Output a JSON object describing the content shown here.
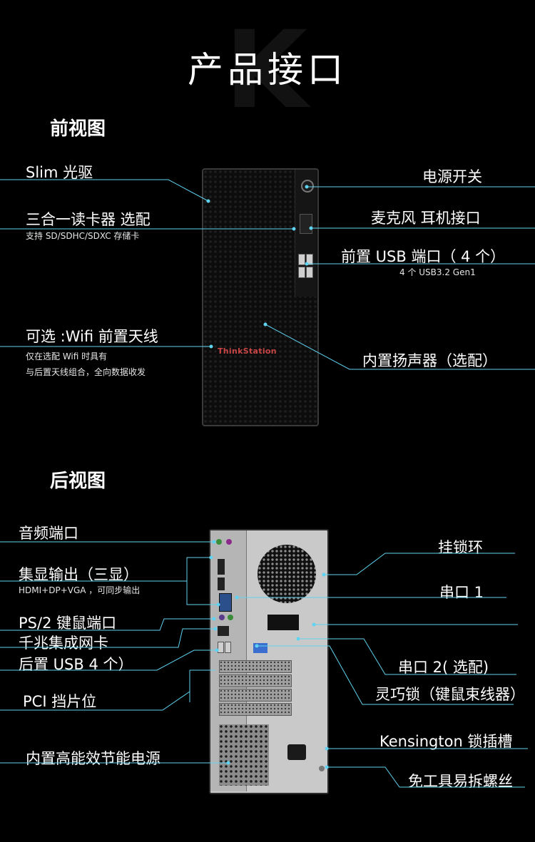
{
  "page": {
    "title": "产品接口"
  },
  "front": {
    "section_title": "前视图",
    "brand": "ThinkStation",
    "labels": {
      "slim_drive": "Slim 光驱",
      "card_reader": "三合一读卡器 选配",
      "card_reader_sub": "支持 SD/SDHC/SDXC 存储卡",
      "wifi": "可选 :Wifi 前置天线",
      "wifi_sub1": "仅在选配 Wifi 时具有",
      "wifi_sub2": "与后置天线组合，全向数据收发",
      "power": "电源开关",
      "audio": "麦克风 耳机接口",
      "usb": "前置 USB 端口（ 4 个）",
      "usb_sub": "4 个 USB3.2 Gen1",
      "speaker": "内置扬声器（选配）"
    }
  },
  "rear": {
    "section_title": "后视图",
    "labels": {
      "audio_port": "音频端口",
      "igpu": "集显输出（三显）",
      "igpu_sub": "HDMI+DP+VGA ，可同步输出",
      "ps2": "PS/2 键鼠端口",
      "lan": "千兆集成网卡",
      "usb_rear": "后置 USB 4 个）",
      "pci": "PCI 挡片位",
      "psu": "内置高能效节能电源",
      "lock_ring": "挂锁环",
      "serial1": "串口 1",
      "serial2": "串口 2( 选配)",
      "cable_lock": "灵巧锁（键鼠束线器）",
      "kensington": "Kensington 锁插槽",
      "screw": "免工具易拆螺丝"
    }
  },
  "colors": {
    "line": "#5fd3f1",
    "bg": "#000000",
    "text": "#ffffff"
  }
}
